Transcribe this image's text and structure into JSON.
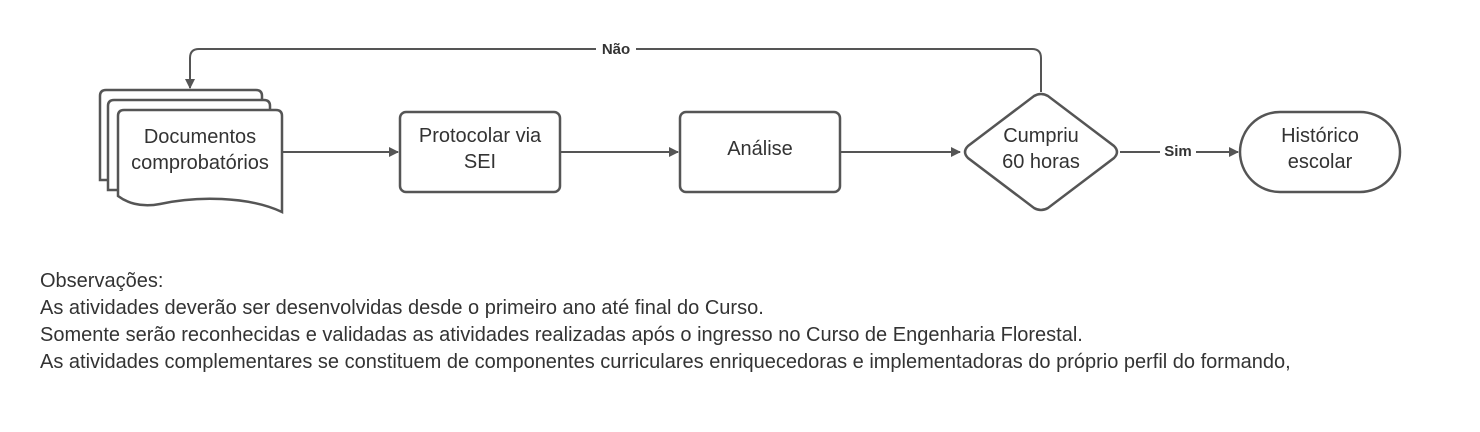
{
  "diagram": {
    "nodes": {
      "documents": {
        "line1": "Documentos",
        "line2": "comprobatórios"
      },
      "protocol": {
        "line1": "Protocolar via",
        "line2": "SEI"
      },
      "analysis": {
        "label": "Análise"
      },
      "decision": {
        "line1": "Cumpriu",
        "line2": "60 horas"
      },
      "history": {
        "line1": "Histórico",
        "line2": "escolar"
      }
    },
    "edges": {
      "no_label": "Não",
      "yes_label": "Sim"
    },
    "colors": {
      "stroke": "#555555",
      "text": "#333333",
      "background": "#ffffff"
    }
  },
  "notes": {
    "title": "Observações:",
    "lines": [
      "As atividades deverão ser desenvolvidas desde o primeiro ano até final do Curso.",
      "Somente serão reconhecidas e validadas as atividades realizadas após o ingresso no Curso de Engenharia Florestal.",
      "As atividades complementares se constituem de componentes curriculares enriquecedoras e implementadoras do próprio perfil do formando,"
    ]
  }
}
